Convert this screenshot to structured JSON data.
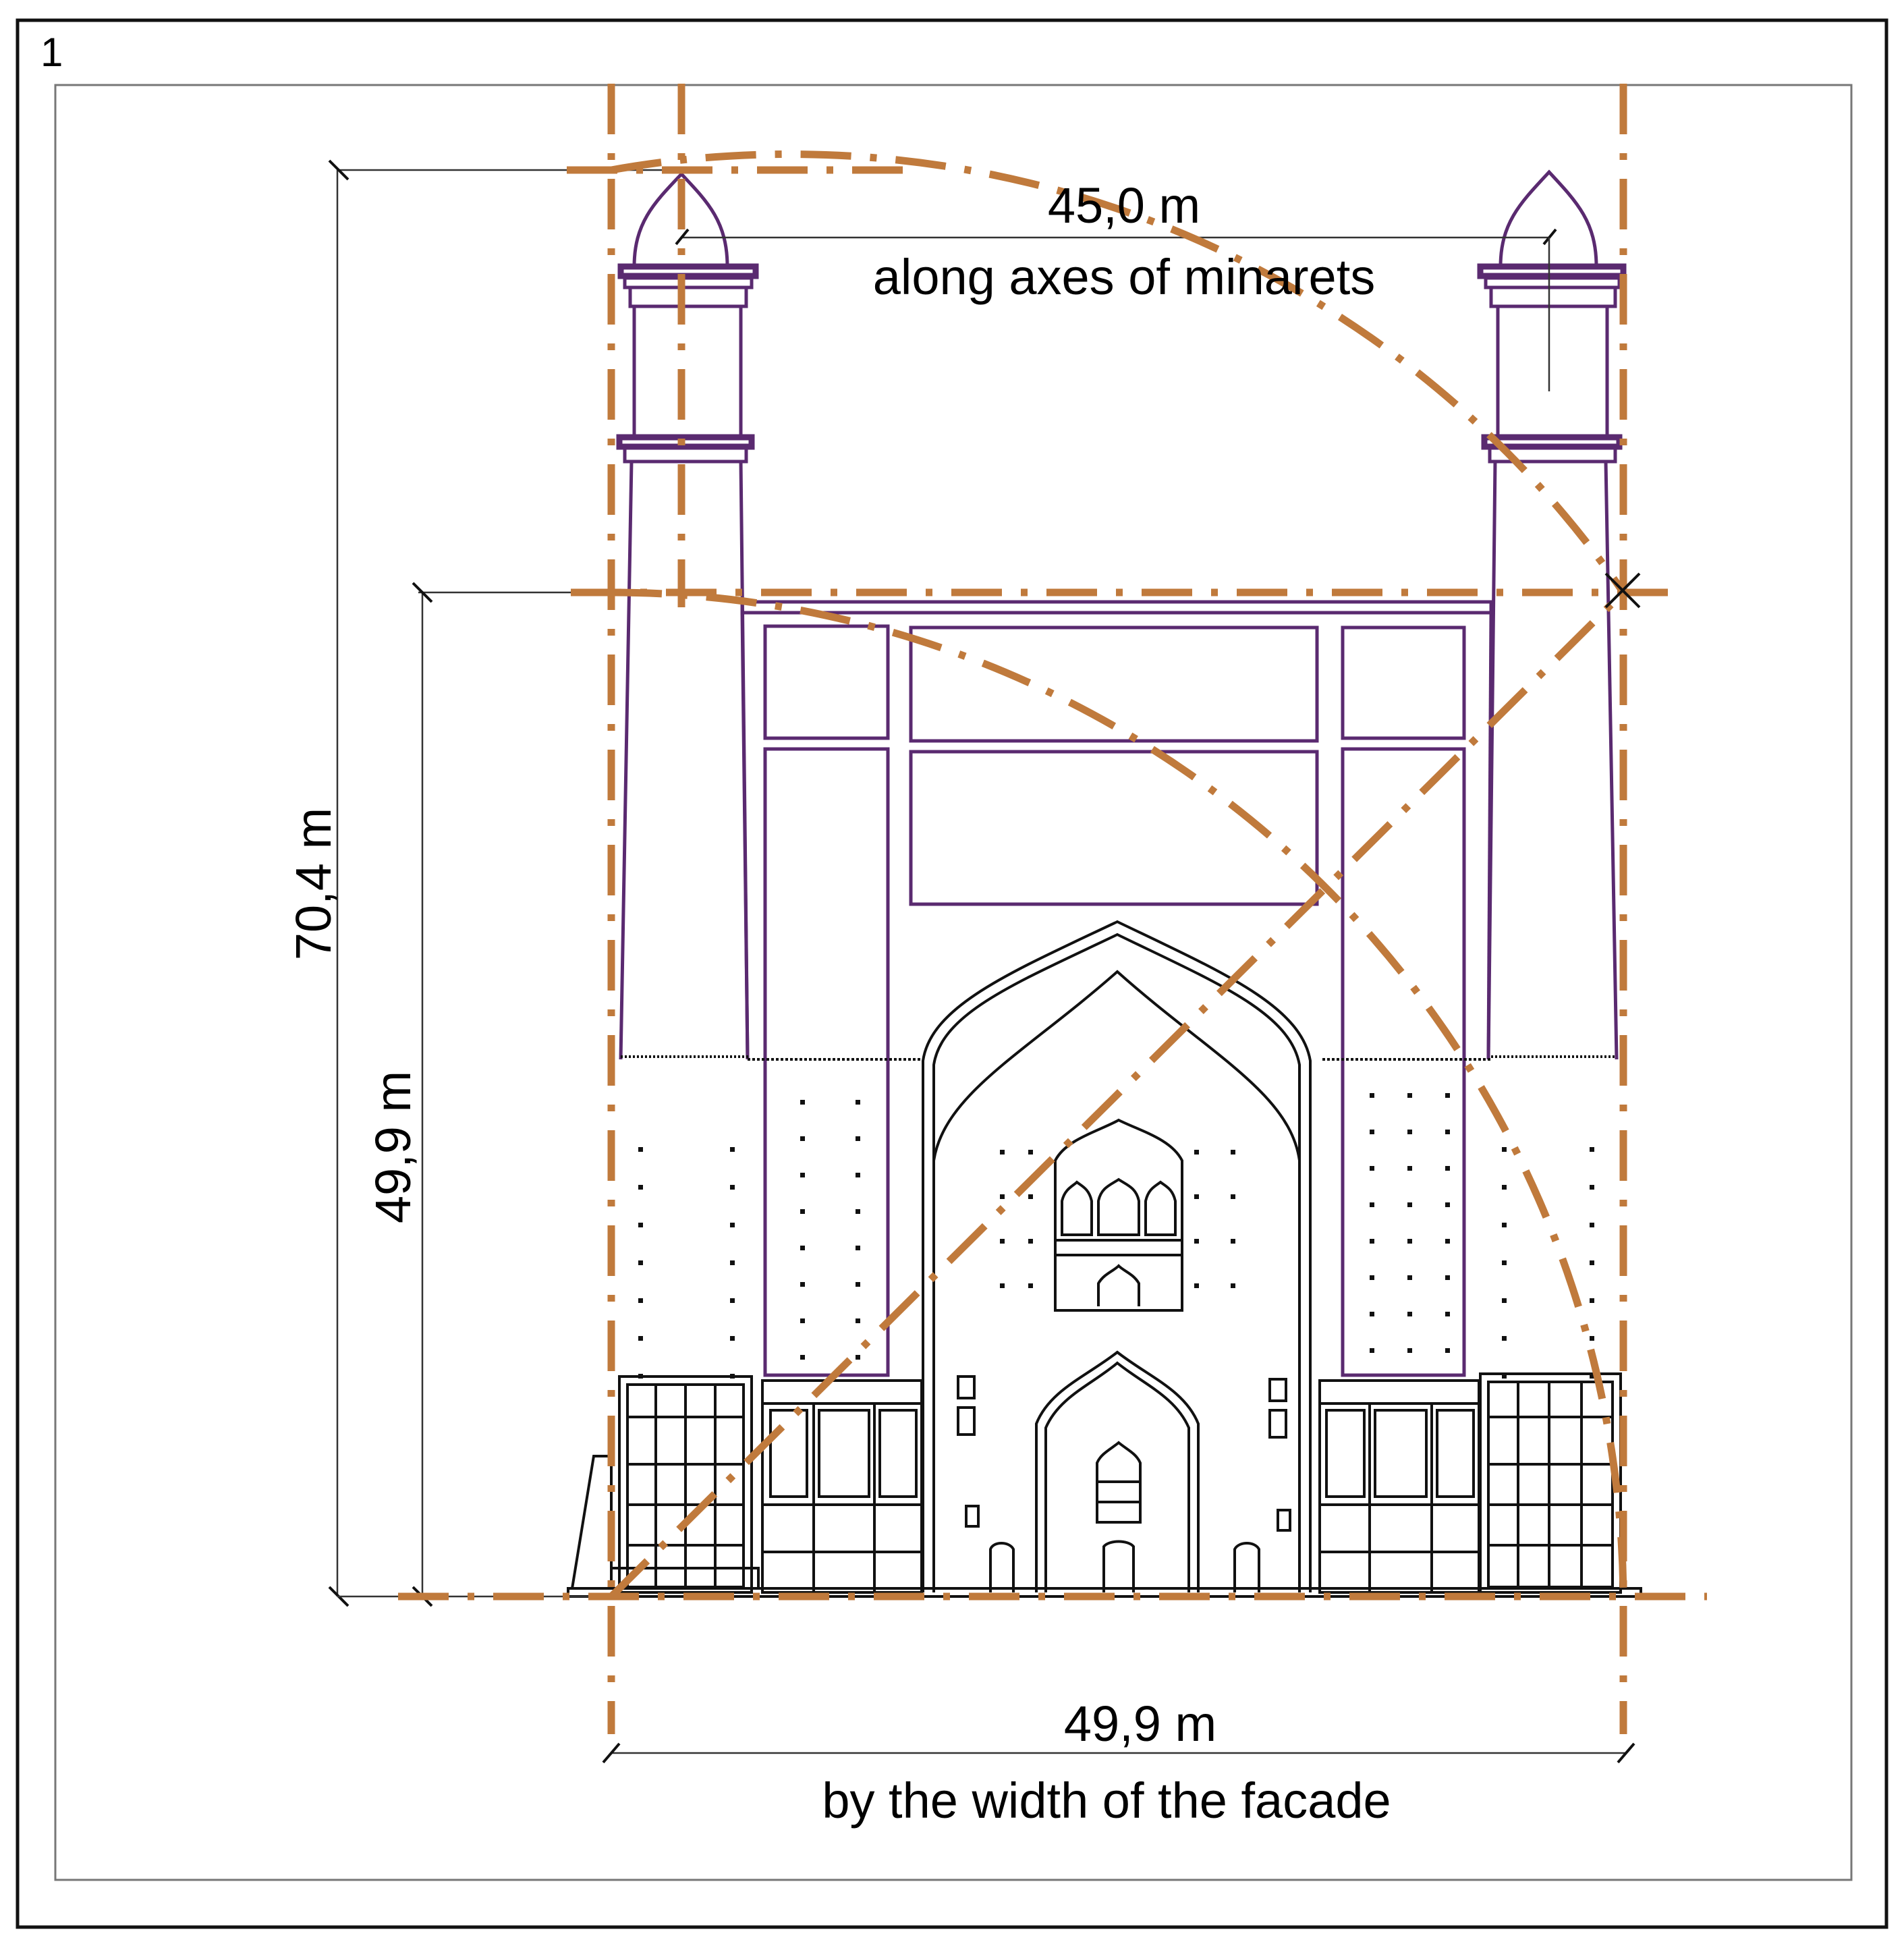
{
  "figure": {
    "number": "1"
  },
  "dimensions": {
    "minaret_axes": {
      "value": "45,0 m",
      "caption": "along axes of minarets"
    },
    "facade_width": {
      "value": "49,9 m",
      "caption": "by the width of the facade"
    },
    "total_height": {
      "value": "70,4 m"
    },
    "portal_height": {
      "value": "49,9 m"
    }
  },
  "colors": {
    "guide_lines": "#c07a3c",
    "minaret_outline": "#5a2a70",
    "drawing_ink": "#111111"
  }
}
